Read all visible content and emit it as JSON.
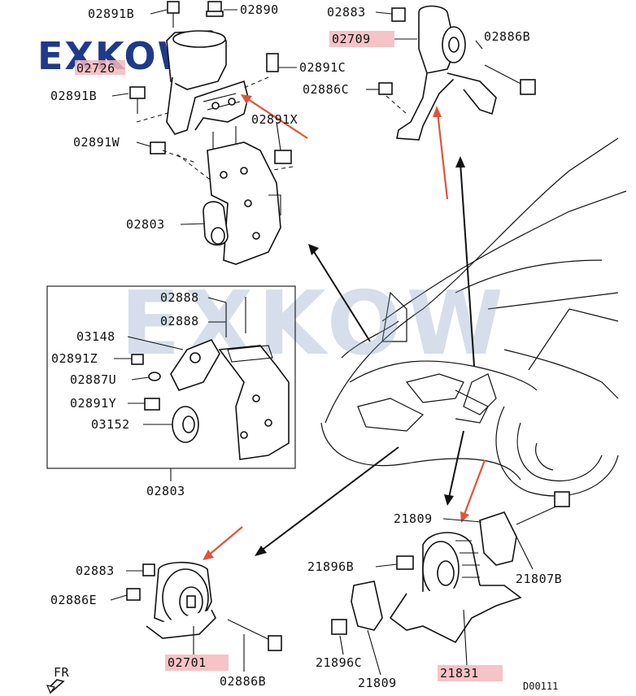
{
  "brand": {
    "logo_text": "EXKOW",
    "watermark_text": "EXKOW"
  },
  "labels": {
    "p02891B_top": "02891B",
    "p02890": "02890",
    "p02726": "02726",
    "p02891C": "02891C",
    "p02891B_mid": "02891B",
    "p02891X": "02891X",
    "p02891W": "02891W",
    "p02803_top": "02803",
    "p02883_top": "02883",
    "p02709": "02709",
    "p02886B_top": "02886B",
    "p02886C": "02886C",
    "p02888_a": "02888",
    "p02888_b": "02888",
    "p03148": "03148",
    "p02891Z": "02891Z",
    "p02887U": "02887U",
    "p02891Y": "02891Y",
    "p03152": "03152",
    "p02803_box": "02803",
    "p21809_top": "21809",
    "p21896B": "21896B",
    "p21807B": "21807B",
    "p02883_bot": "02883",
    "p02886E": "02886E",
    "p02701": "02701",
    "p02886B_bot": "02886B",
    "p21896C": "21896C",
    "p21809_bot": "21809",
    "p21831": "21831",
    "fr": "FR",
    "diagram_code": "D00111"
  },
  "colors": {
    "highlight": "#f4b8bc",
    "red_arrow": "#e0533a",
    "logo": "#1e3a8a",
    "watermark": "#8aa2c4"
  }
}
